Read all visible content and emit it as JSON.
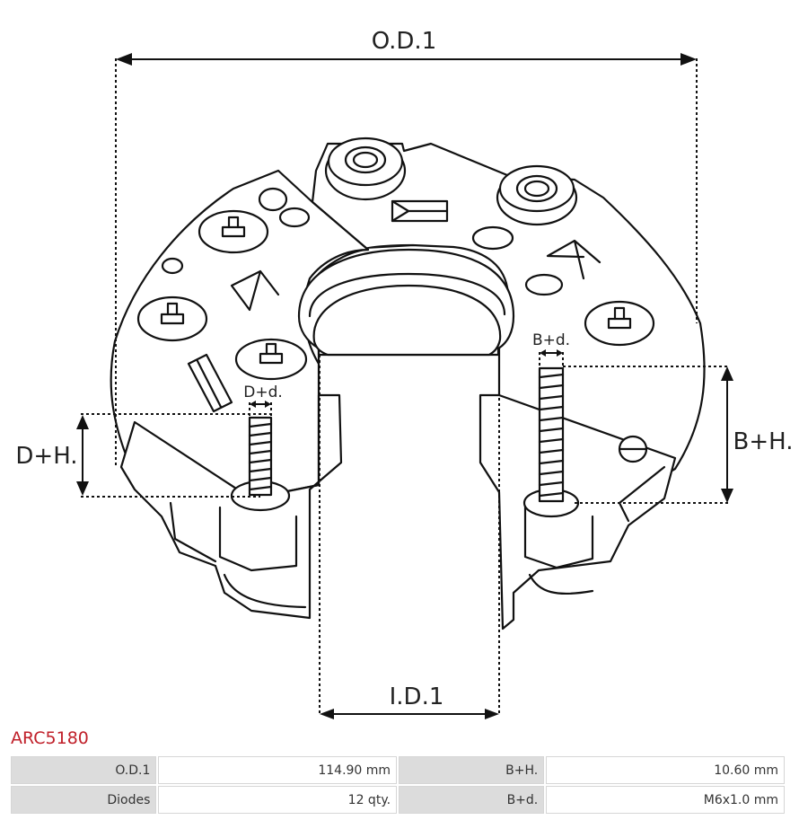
{
  "diagram": {
    "labels": {
      "od": "O.D.1",
      "id": "I.D.1",
      "dh": "D+H.",
      "dd": "D+d.",
      "bh": "B+H.",
      "bd": "B+d."
    }
  },
  "product": {
    "part_number": "ARC5180",
    "accent_color": "#c0202a"
  },
  "specs": {
    "rows": [
      [
        {
          "key": "O.D.1",
          "value": "114.90 mm"
        },
        {
          "key": "B+H.",
          "value": "10.60 mm"
        }
      ],
      [
        {
          "key": "Diodes",
          "value": "12 qty."
        },
        {
          "key": "B+d.",
          "value": "M6x1.0 mm"
        }
      ]
    ]
  }
}
